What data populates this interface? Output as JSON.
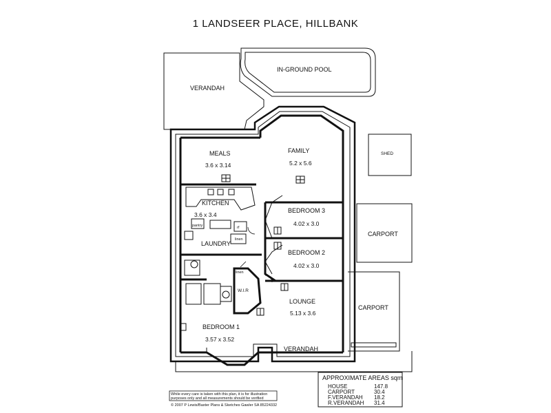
{
  "title": "1 LANDSEER PLACE, HILLBANK",
  "rooms": {
    "pool": "IN-GROUND POOL",
    "verandah_rear": "VERANDAH",
    "shed": "SHED",
    "meals": {
      "name": "MEALS",
      "dim": "3.6 x 3.14"
    },
    "family": {
      "name": "FAMILY",
      "dim": "5.2 x 5.6"
    },
    "kitchen": {
      "name": "KITCHEN",
      "dim": "3.6 x 3.4"
    },
    "pantry": "pantry",
    "fridge": "rf",
    "laundry": "LAUNDRY",
    "linen": "linen",
    "bedroom3": {
      "name": "BEDROOM 3",
      "dim": "4.02 x 3.0"
    },
    "bedroom2": {
      "name": "BEDROOM 2",
      "dim": "4.02 x 3.0"
    },
    "carport1": "CARPORT",
    "carport2": "CARPORT",
    "linen2": "linen",
    "wir": "W.I.R",
    "lounge": {
      "name": "LOUNGE",
      "dim": "5.13 x 3.6"
    },
    "bedroom1": {
      "name": "BEDROOM 1",
      "dim": "3.57 x 3.52"
    },
    "verandah_front": "VERANDAH"
  },
  "areas": {
    "heading": "APPROXIMATE AREAS sqm",
    "rows": [
      {
        "label": "HOUSE",
        "value": "147.8"
      },
      {
        "label": "CARPORT",
        "value": "30.4"
      },
      {
        "label": "F.VERANDAH",
        "value": "18.2"
      },
      {
        "label": "R.VERANDAH",
        "value": "31.4"
      }
    ]
  },
  "disclaimer": {
    "line1": "While every care is taken with this plan, it is for illustration",
    "line2": "purposes only and all measurements should be verified",
    "copyright": "© 2007 P Lewis/Baxter Plans & Sketches Gawler SA 85224332"
  }
}
